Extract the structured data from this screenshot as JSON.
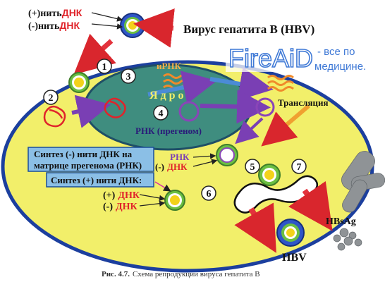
{
  "labels": {
    "plus_strand": "(+)нить",
    "minus_strand": "(-)нить",
    "dna": "ДНК",
    "virus_title": "Вирус гепатита В (HBV)",
    "mrna": "иРНК",
    "nucleus": "Я д р о",
    "rna_pregenome": "РНК (прегеном)",
    "translation": "Трансляция",
    "synthesis_minus_line1": "Синтез (-) нити ДНК на",
    "synthesis_minus_line2": "матрице прегенома (РНК)",
    "synthesis_plus": "Синтез (+) нити ДНК:",
    "rna": "РНК",
    "minus": "(-)",
    "plus": "(+)",
    "hbsag": "HBsAg",
    "hbv": "HBV",
    "caption_bold": "Рис. 4.7.",
    "caption_text": "Схема репродукции вируса гепатита В"
  },
  "steps": [
    "1",
    "2",
    "3",
    "4",
    "5",
    "6",
    "7"
  ],
  "watermark": {
    "brand": "FireAiD",
    "tagline_line1": "- все по",
    "tagline_line2": "медицине."
  },
  "colors": {
    "cell_fill": "#f2ef6a",
    "cell_border": "#1c3f9e",
    "nucleus_fill": "#3f8d7f",
    "dna_red": "#e0242b",
    "watermark_blue": "#3f79d6",
    "label_box_fill": "#8bbfe6",
    "label_box_border": "#1a4f9a"
  }
}
